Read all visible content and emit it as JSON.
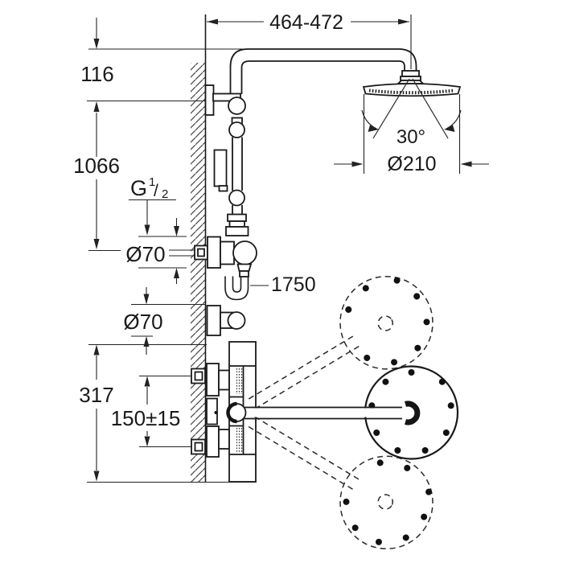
{
  "drawing": {
    "type": "shower-system-installation-dimensions",
    "labels": {
      "top_span": "464-472",
      "wall_offset": "116",
      "riser_height": "1066",
      "thread_letter": "G",
      "thread_numerator": "1",
      "thread_slash": "/",
      "thread_denominator": "2",
      "upper_flange_dia": "Ø70",
      "hose_length": "1750",
      "lower_flange_dia": "Ø70",
      "body_height": "317",
      "port_spacing": "150±15",
      "spray_angle": "30°",
      "head_dia": "Ø210"
    },
    "colors": {
      "line": "#1a1a1a",
      "dim": "#222222",
      "background": "#ffffff"
    }
  }
}
